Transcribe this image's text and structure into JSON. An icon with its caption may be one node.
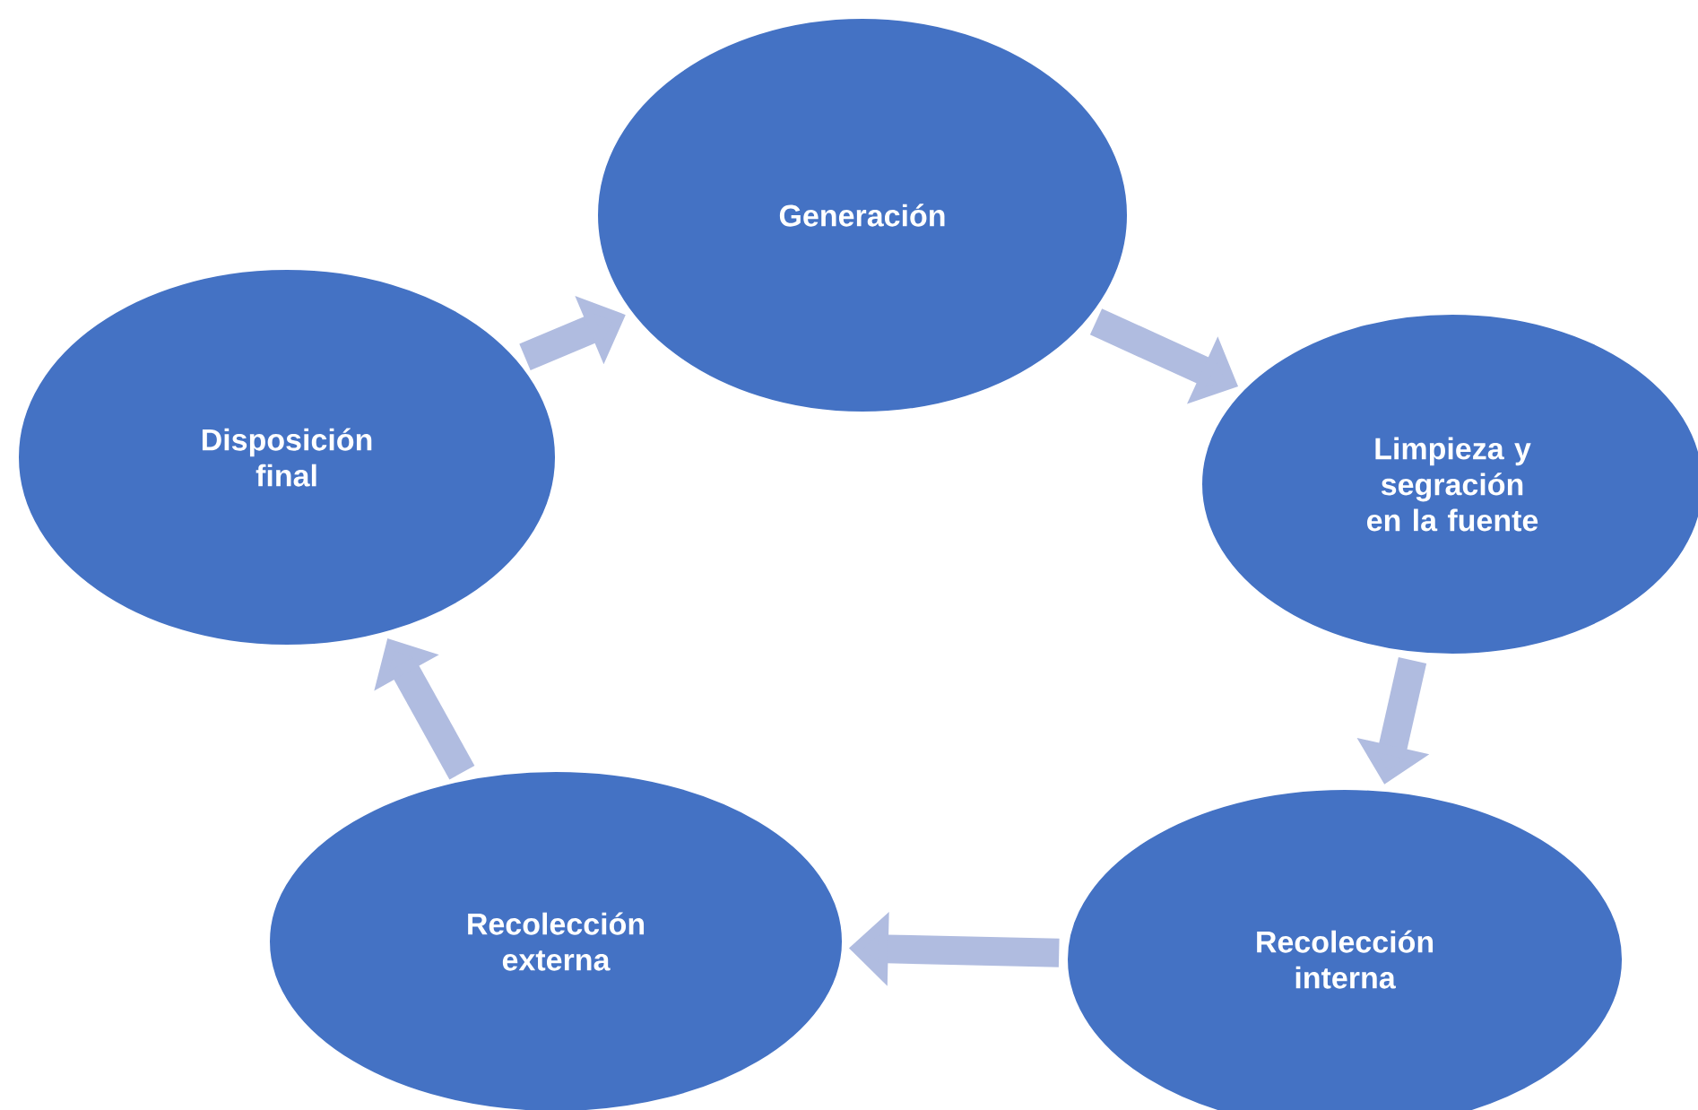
{
  "diagram": {
    "nodes": [
      {
        "text": [
          "Generación"
        ]
      },
      {
        "text": [
          "Limpieza y segración en la fuente"
        ]
      },
      {
        "text": [
          "Recolección interna"
        ]
      },
      {
        "text": [
          "Recolección externa"
        ]
      },
      {
        "text": [
          "Disposición final"
        ]
      }
    ],
    "edges": [
      {
        "from": 0,
        "to": 1,
        "arrow": "to"
      },
      {
        "from": 1,
        "to": 2,
        "arrow": "to"
      },
      {
        "from": 2,
        "to": 3,
        "arrow": "to"
      },
      {
        "from": 3,
        "to": 4,
        "arrow": "to"
      },
      {
        "from": 4,
        "to": 0,
        "arrow": "to"
      }
    ]
  }
}
